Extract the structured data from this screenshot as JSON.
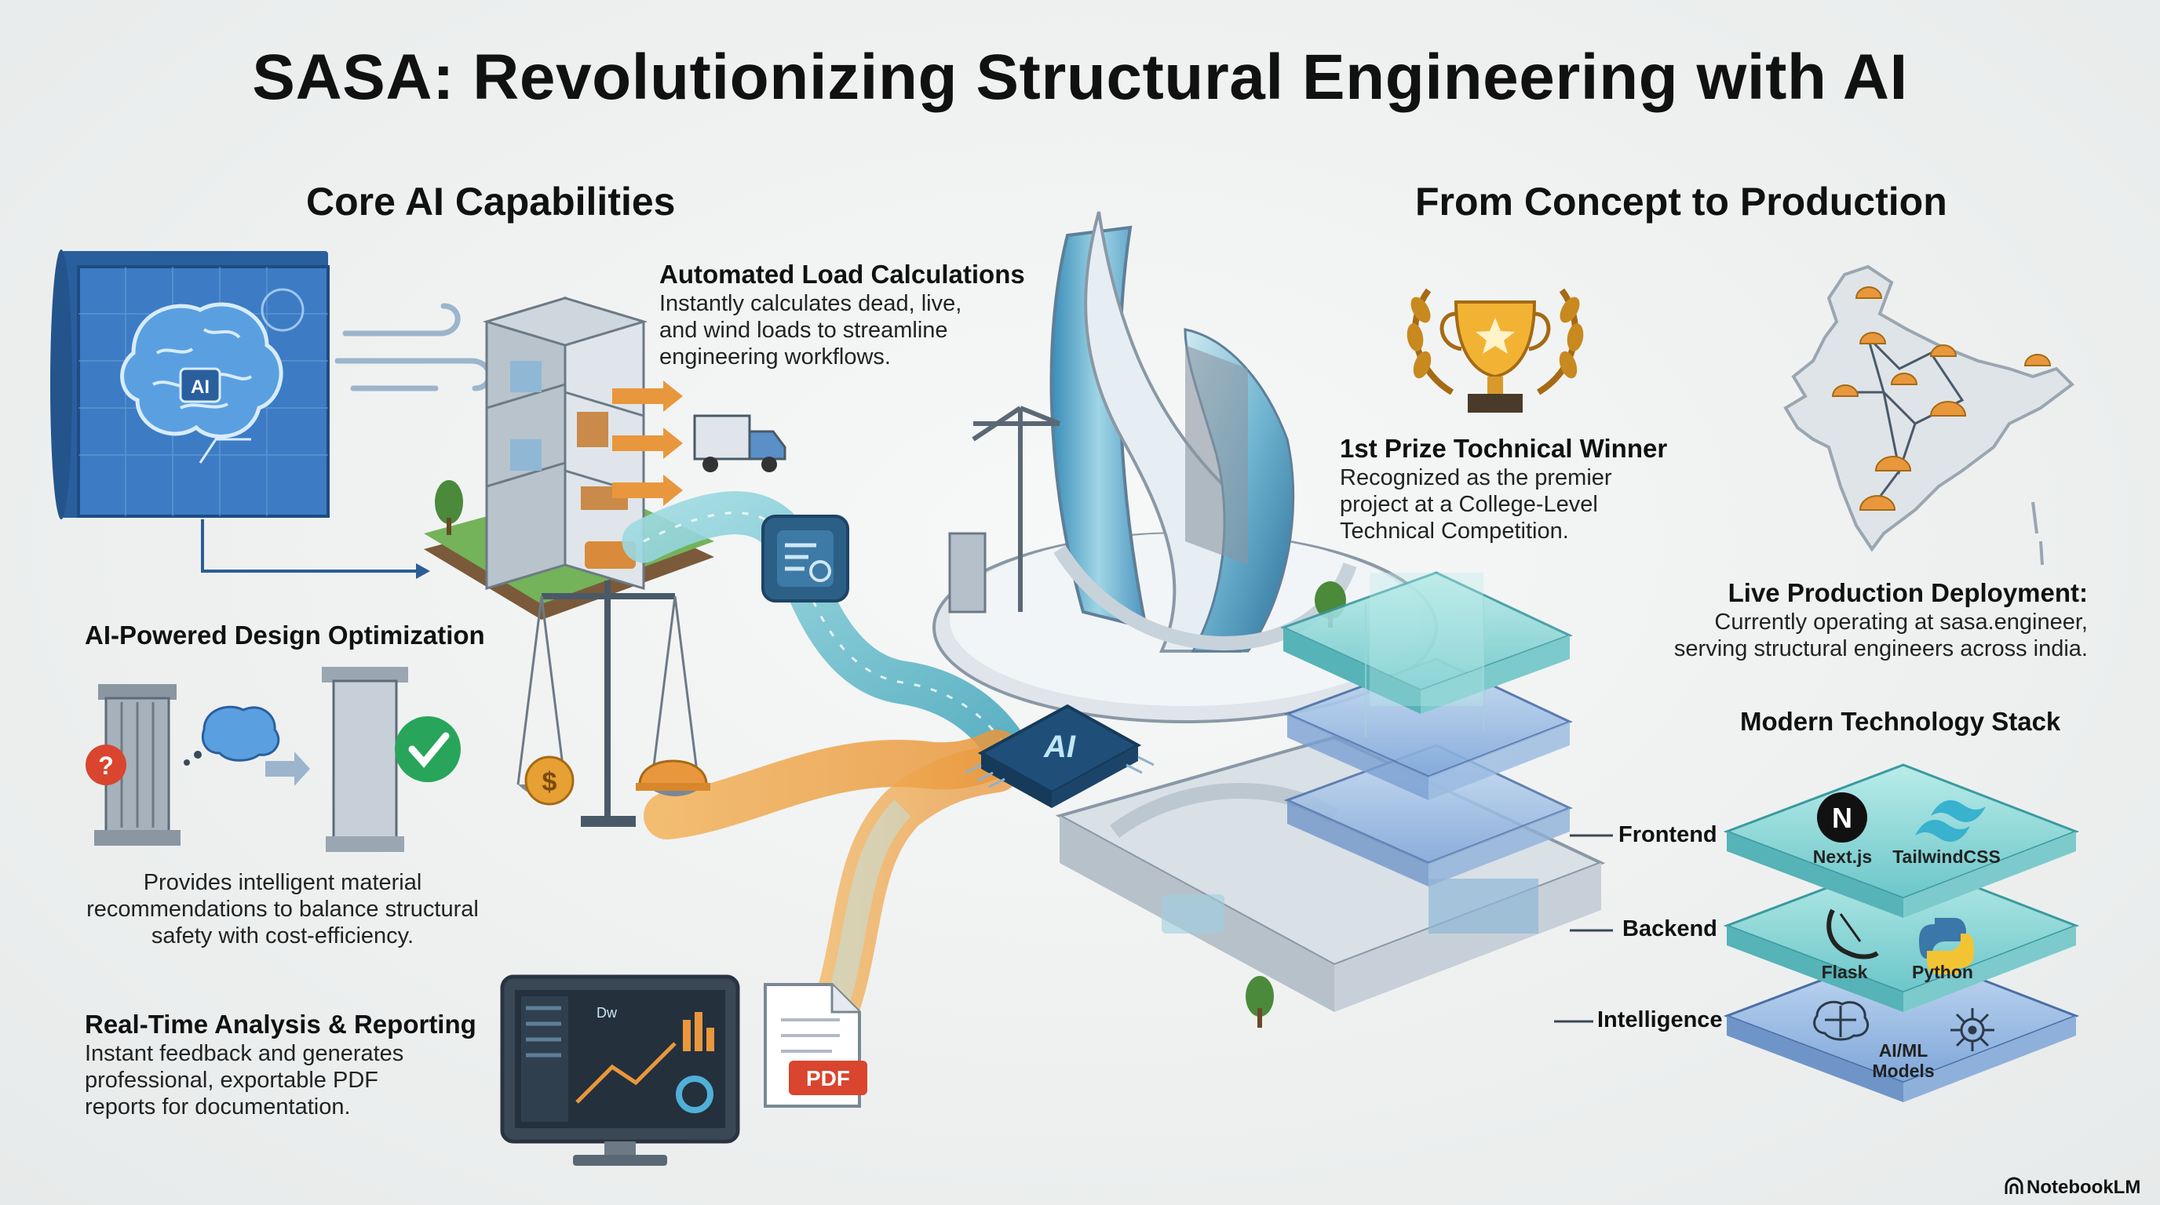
{
  "title": "SASA: Revolutionizing Structural Engineering with AI",
  "sections": {
    "left": "Core AI Capabilities",
    "right": "From Concept to Production"
  },
  "features": {
    "load": {
      "title": "Automated Load Calculations",
      "lines": [
        "Instantly calculates dead, live,",
        "and wind loads to streamline",
        "engineering workflows."
      ]
    },
    "design": {
      "title": "AI-Powered Design Optimization",
      "lines": [
        "Provides intelligent material",
        "recommendations to balance structural",
        "safety with cost-efficiency."
      ]
    },
    "report": {
      "title": "Real-Time Analysis & Reporting",
      "lines": [
        "Instant feedback and generates",
        "professional, exportable PDF",
        "reports for documentation."
      ]
    }
  },
  "production": {
    "prize": {
      "title": "1st Prize Tochnical Winner",
      "lines": [
        "Recognized as the premier",
        "project at a College-Level",
        "Technical Competition."
      ]
    },
    "deployment": {
      "title": "Live Production Deployment:",
      "lines": [
        "Currently operating at sasa.engineer,",
        "serving structural engineers across india."
      ]
    }
  },
  "stack": {
    "title": "Modern Technology Stack",
    "layers": [
      "Frontend",
      "Backend",
      "Intelligence"
    ],
    "frontend": [
      "Next.js",
      "TailwindCSS"
    ],
    "backend": [
      "Flask",
      "Python"
    ],
    "intelligence": [
      "AI/ML",
      "Models"
    ]
  },
  "icons": {
    "blueprint_ai": "AI",
    "chip": "AI",
    "pdf": "PDF",
    "monitor_tag": "Dw",
    "next_logo": "N",
    "currency": "$"
  },
  "branding": "NotebookLM",
  "colors": {
    "blueprint": "#2f6fb5",
    "teal": "#5bbac8",
    "orange": "#e9973c",
    "stack_teal": "#7fd3d3",
    "stack_blue": "#8fb2e0",
    "green_check": "#28a55a",
    "red_question": "#d9452e"
  }
}
